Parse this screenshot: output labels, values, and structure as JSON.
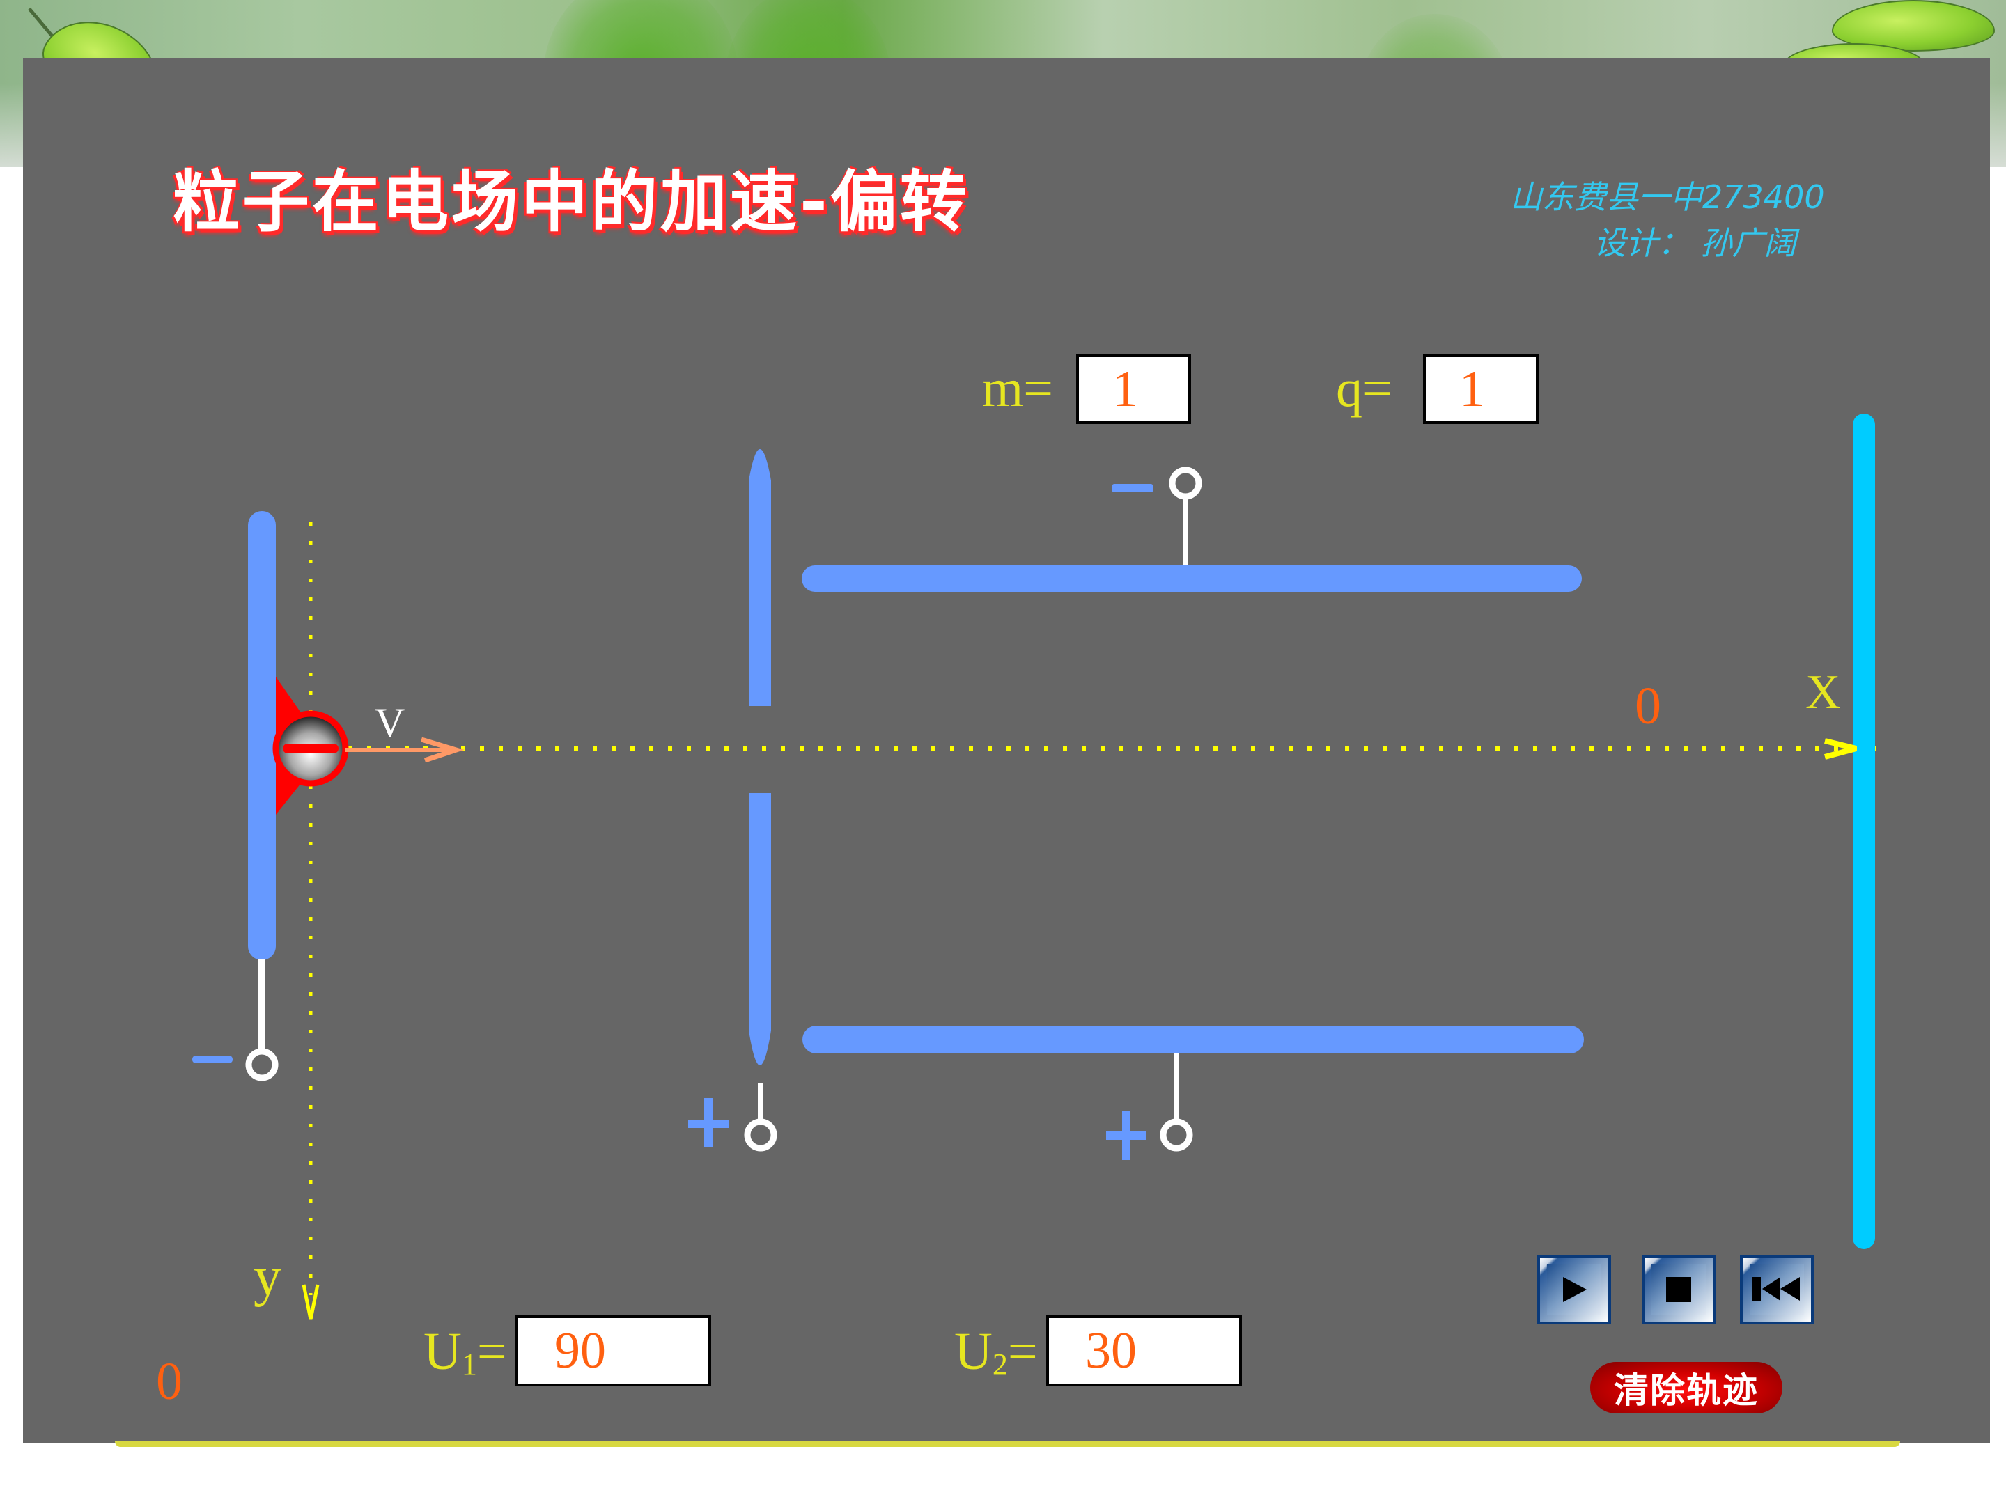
{
  "title": "粒子在电场中的加速-偏转",
  "credit": {
    "line1": "山东费县一中273400",
    "line2": "设计： 孙广阔"
  },
  "params": {
    "m_label": "m=",
    "m_value": "1",
    "q_label": "q=",
    "q_value": "1",
    "u1_label": "U",
    "u1_sub": "1",
    "u1_eq": "=",
    "u1_value": "90",
    "u2_label": "U",
    "u2_sub": "2",
    "u2_eq": "=",
    "u2_value": "30"
  },
  "axes": {
    "x_label": "X",
    "y_label": "y",
    "x_readout": "0",
    "y_readout": "0",
    "velocity_label": "V"
  },
  "terminals": {
    "accel_left_sign": "−",
    "accel_right_sign": "+",
    "deflect_top_sign": "−",
    "deflect_bottom_sign": "+"
  },
  "controls": {
    "play_icon": "play",
    "stop_icon": "stop",
    "rewind_icon": "rewind-to-start",
    "clear_label": "清除轨迹"
  },
  "colors": {
    "panel": "#666666",
    "plate": "#6699ff",
    "screen": "#00ccff",
    "axis": "#ffff00",
    "value": "#ff6010",
    "label": "#e6e620",
    "title_shadow": "#ff2a2a",
    "credit": "#33c8f0"
  }
}
